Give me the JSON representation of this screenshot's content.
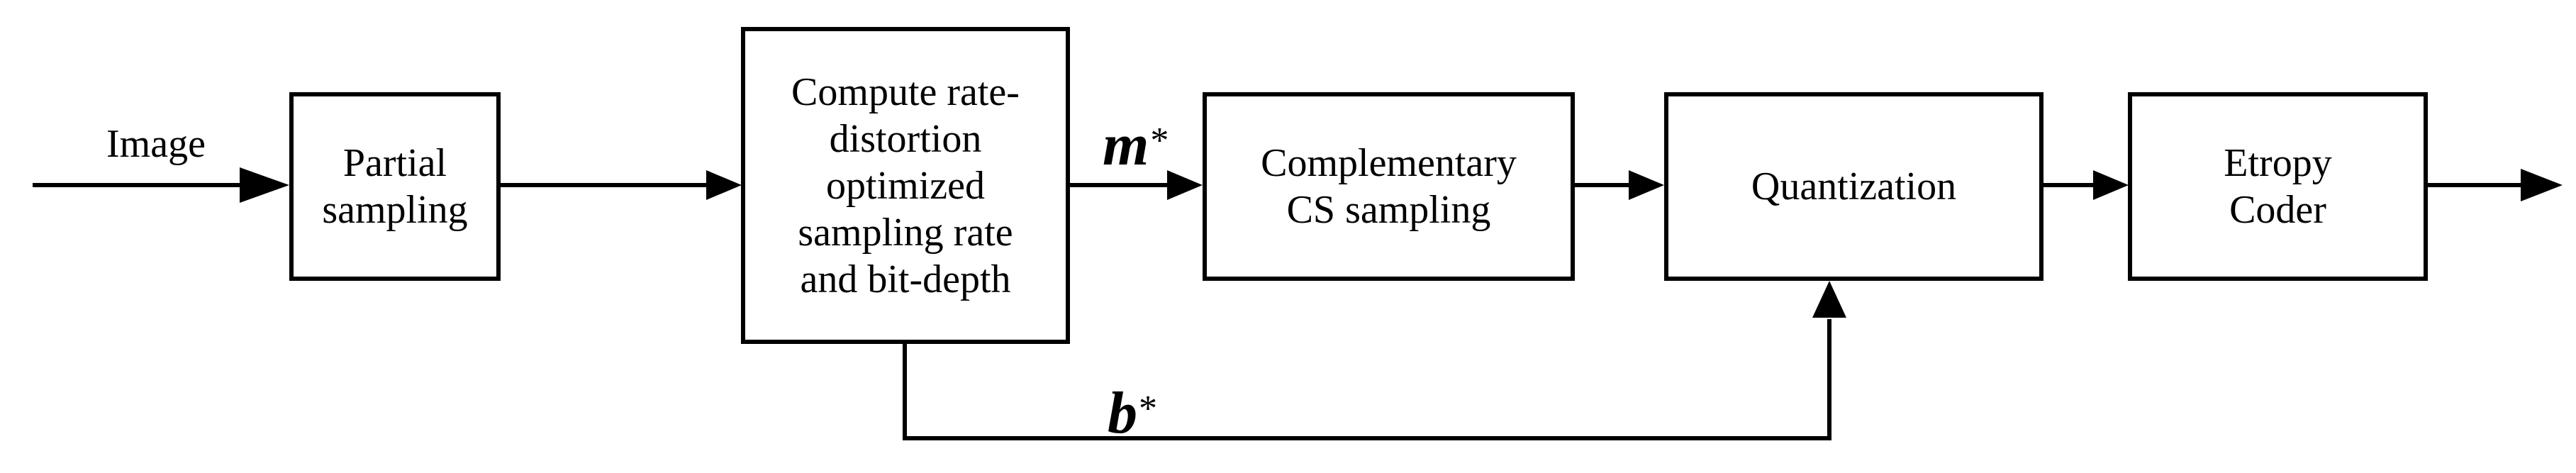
{
  "diagram": {
    "input_label": "Image",
    "blocks": {
      "partial_sampling": "Partial\nsampling",
      "compute_rd": "Compute rate-\ndistortion\noptimized\nsampling rate\nand bit-depth",
      "complementary_cs": "Complementary\nCS sampling",
      "quantization": "Quantization",
      "entropy_coder": "Etropy\nCoder"
    },
    "signals": {
      "m": {
        "symbol": "m",
        "superscript": "*"
      },
      "b": {
        "symbol": "b",
        "superscript": "*"
      }
    },
    "colors": {
      "line": "#000000",
      "box_fill": "#ffffff",
      "background": "#ffffff"
    }
  }
}
